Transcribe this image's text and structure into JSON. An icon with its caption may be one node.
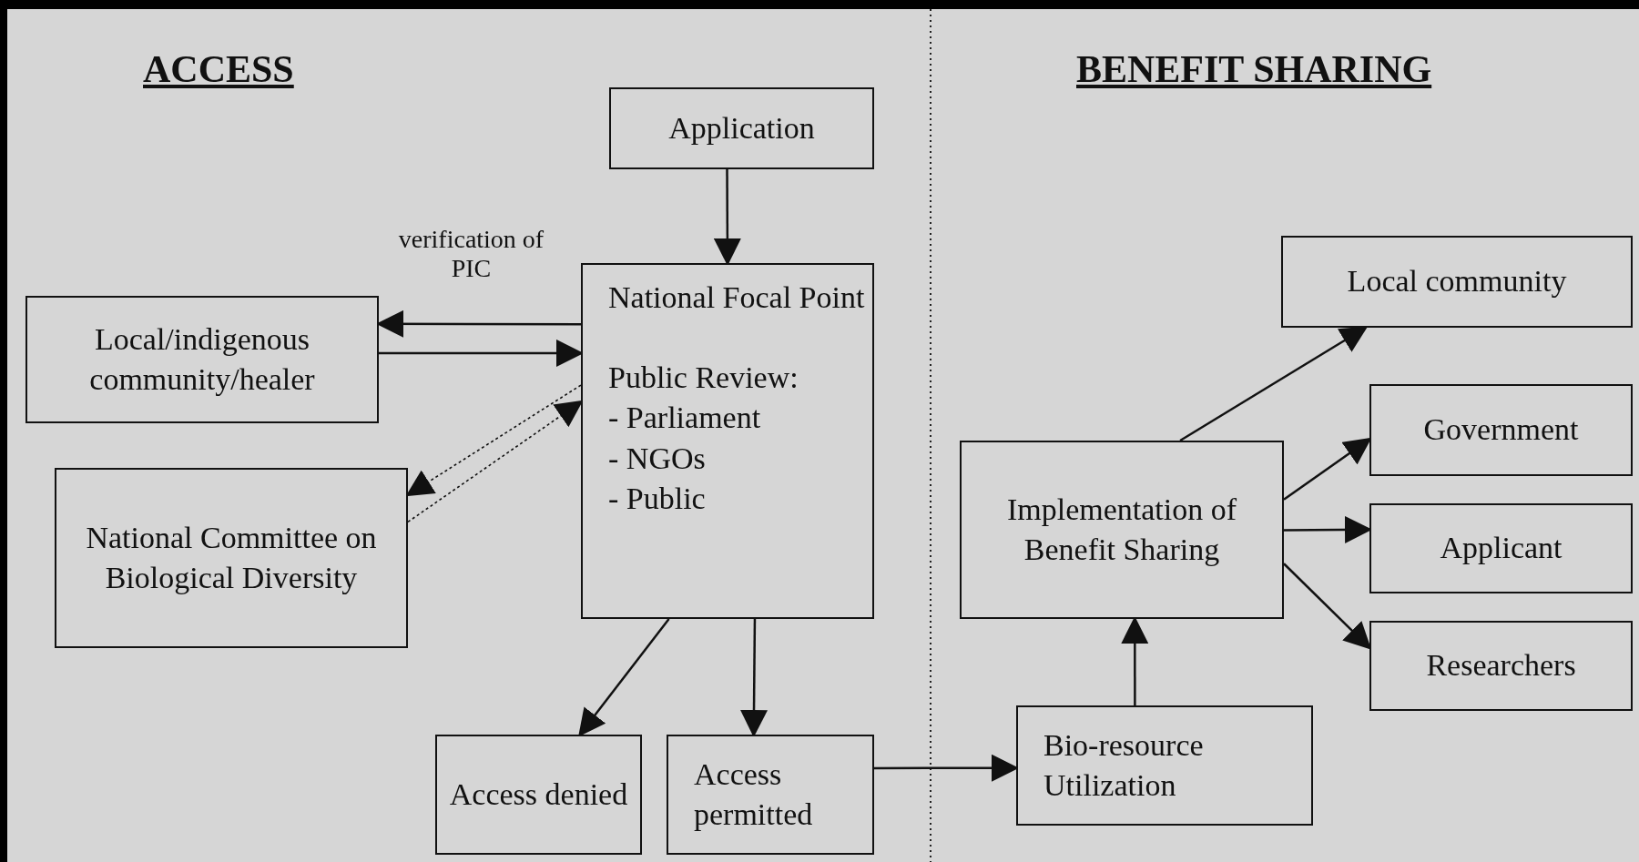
{
  "diagram": {
    "nodes": [
      {
        "text": [
          "Application"
        ]
      },
      {
        "text": [
          "National Focal Point",
          "Public Review:",
          "- Parliament",
          "- NGOs",
          "- Public"
        ]
      },
      {
        "text": [
          "Local/indigenous community/healer"
        ]
      },
      {
        "text": [
          "National Committee on Biological Diversity"
        ]
      },
      {
        "text": [
          "Access denied"
        ]
      },
      {
        "text": [
          "Access permitted"
        ]
      },
      {
        "text": [
          "Bio-resource Utilization"
        ]
      },
      {
        "text": [
          "Implementation of Benefit Sharing"
        ]
      },
      {
        "text": [
          "Local community"
        ]
      },
      {
        "text": [
          "Government"
        ]
      },
      {
        "text": [
          "Applicant"
        ]
      },
      {
        "text": [
          "Researchers"
        ]
      }
    ],
    "edges": [
      {
        "from": 0,
        "to": 1,
        "arrow": "to"
      },
      {
        "from": 1,
        "to": 2,
        "arrow": "to",
        "label": "verification of PIC"
      },
      {
        "from": 2,
        "to": 1,
        "arrow": "to"
      },
      {
        "from": 1,
        "to": 3,
        "arrow": "to",
        "style": "dashed"
      },
      {
        "from": 3,
        "to": 1,
        "arrow": "to",
        "style": "dashed"
      },
      {
        "from": 1,
        "to": 4,
        "arrow": "to"
      },
      {
        "from": 1,
        "to": 5,
        "arrow": "to"
      },
      {
        "from": 5,
        "to": 6,
        "arrow": "to"
      },
      {
        "from": 6,
        "to": 7,
        "arrow": "to"
      },
      {
        "from": 7,
        "to": 8,
        "arrow": "to"
      },
      {
        "from": 7,
        "to": 9,
        "arrow": "to"
      },
      {
        "from": 7,
        "to": 10,
        "arrow": "to"
      },
      {
        "from": 7,
        "to": 11,
        "arrow": "to"
      }
    ],
    "labels": [
      "ACCESS",
      "BENEFIT SHARING"
    ]
  }
}
